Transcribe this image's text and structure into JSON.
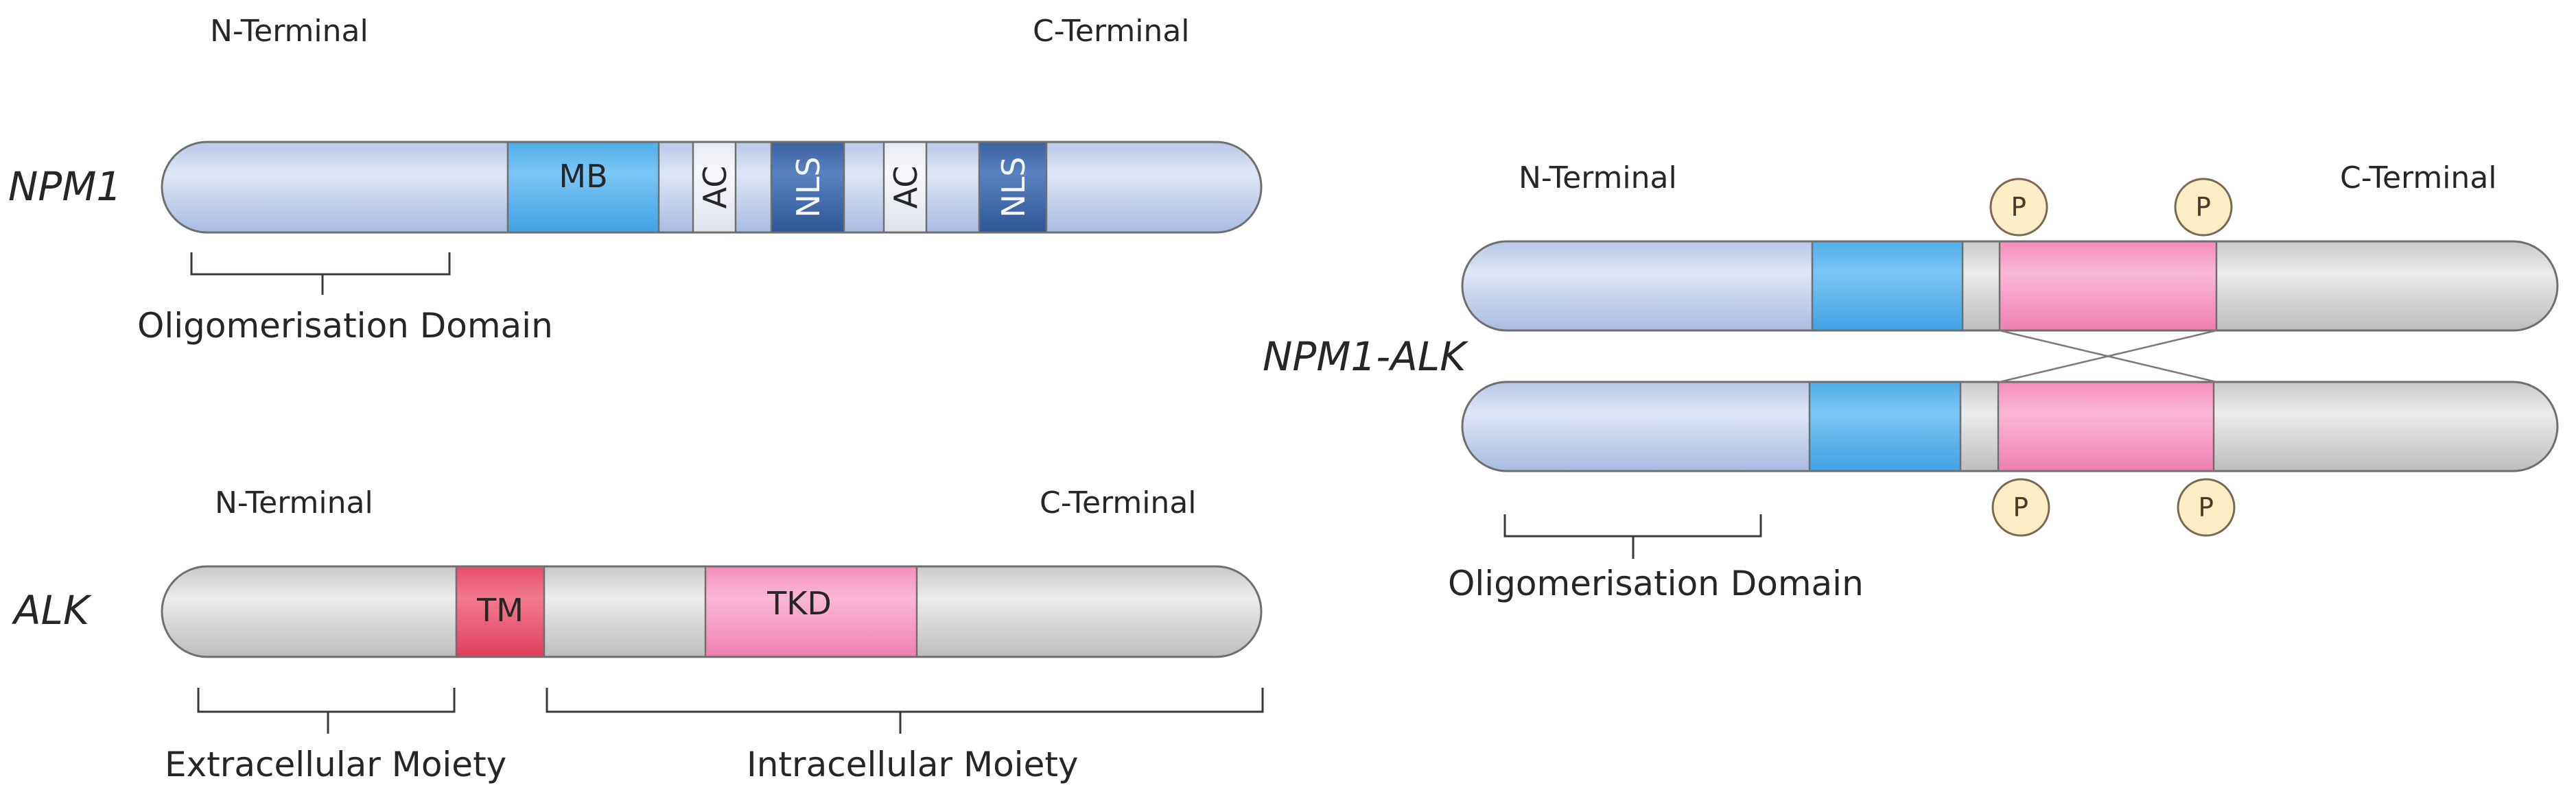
{
  "npm1": {
    "name": "NPM1",
    "n_terminal": "N-Terminal",
    "c_terminal": "C-Terminal",
    "domains": {
      "mb": "MB",
      "ac1": "AC",
      "nls1": "NLS",
      "ac2": "AC",
      "nls2": "NLS"
    },
    "brace_label": "Oligomerisation Domain"
  },
  "alk": {
    "name": "ALK",
    "n_terminal": "N-Terminal",
    "c_terminal": "C-Terminal",
    "domains": {
      "tm": "TM",
      "tkd": "TKD"
    },
    "extracellular_label": "Extracellular Moiety",
    "intracellular_label": "Intracellular Moiety"
  },
  "fusion": {
    "name": "NPM1-ALK",
    "n_terminal": "N-Terminal",
    "c_terminal": "C-Terminal",
    "phospho": [
      "P",
      "P",
      "P",
      "P"
    ],
    "brace_label": "Oligomerisation Domain"
  },
  "colors": {
    "npm1_body": "#c9d5ee",
    "alk_body": "#d6d6d6",
    "mb": "#5cb5ef",
    "nls": "#3d68a8",
    "ac": "#eef1f6",
    "tm": "#ec5a74",
    "tkd": "#f79bc4",
    "phospho_fill": "#fbeec4"
  }
}
